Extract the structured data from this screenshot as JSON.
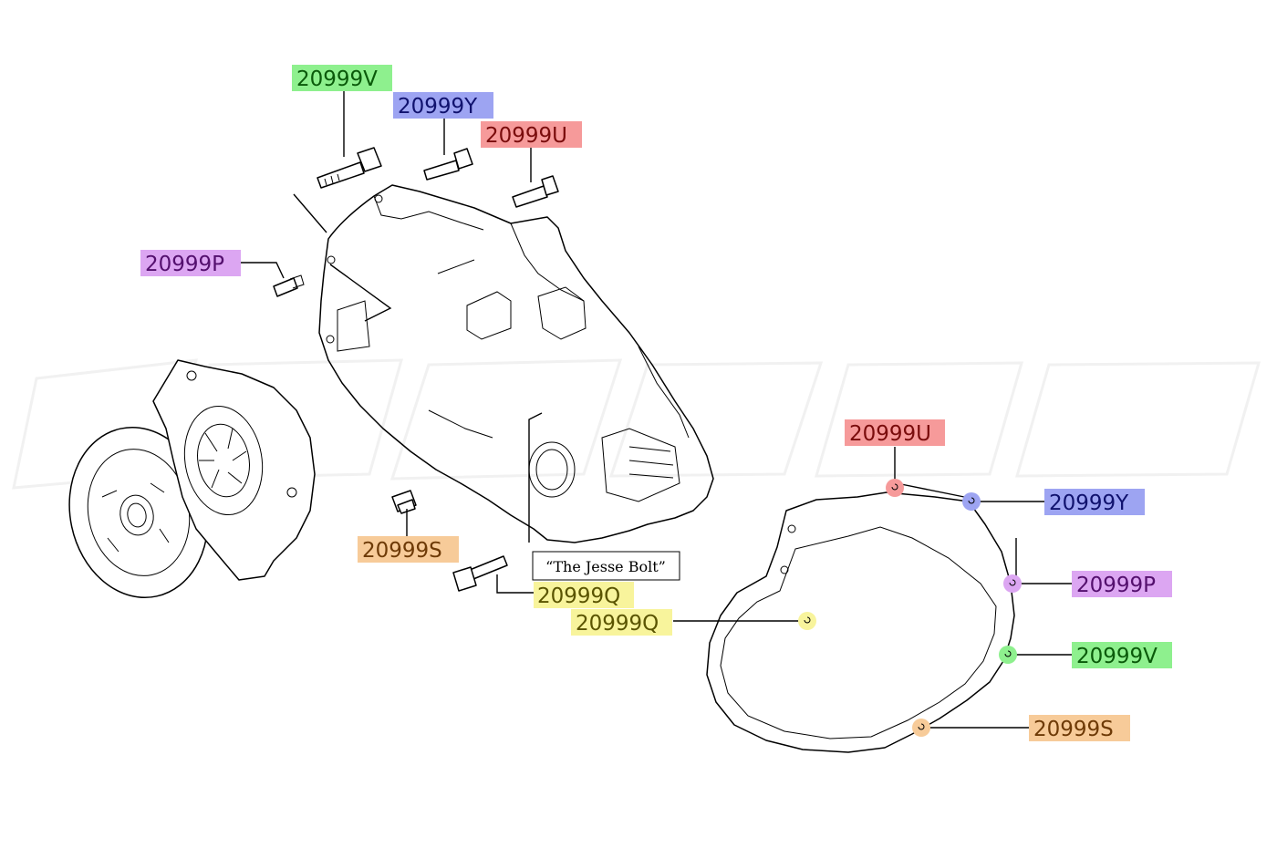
{
  "colors": {
    "V": "#8ef08e",
    "Y": "#9da4f2",
    "U": "#f69a9a",
    "P": "#dca6f2",
    "S": "#f7cb99",
    "Q": "#f8f49c",
    "text_V": "#0a5a0a",
    "text_Y": "#10126e",
    "text_U": "#7a0c0c",
    "text_P": "#54106e",
    "text_S": "#6e3a06",
    "text_Q": "#5a5400"
  },
  "labels": {
    "top_v": "20999V",
    "top_y": "20999Y",
    "top_u": "20999U",
    "left_p": "20999P",
    "bottom_s": "20999S",
    "bottom_q": "20999Q",
    "gasket_u": "20999U",
    "gasket_y": "20999Y",
    "gasket_p": "20999P",
    "gasket_q": "20999Q",
    "gasket_v": "20999V",
    "gasket_s": "20999S"
  },
  "callout": "“The Jesse Bolt”"
}
